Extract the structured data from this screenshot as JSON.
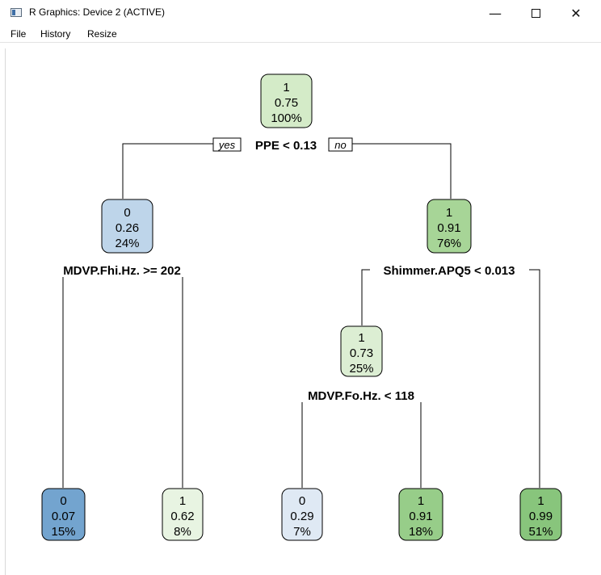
{
  "window": {
    "title": "R Graphics: Device 2 (ACTIVE)",
    "minimize_glyph": "—",
    "close_glyph": "✕"
  },
  "menu": [
    "File",
    "History",
    "Resize"
  ],
  "tree": {
    "root": {
      "class": "1",
      "prob": "0.75",
      "pct": "100%",
      "color": "#d4ebc8"
    },
    "root_split": "PPE < 0.13",
    "yes_label": "yes",
    "no_label": "no",
    "left": {
      "class": "0",
      "prob": "0.26",
      "pct": "24%",
      "color": "#bed5ea"
    },
    "left_split": "MDVP.Fhi.Hz. >= 202",
    "right": {
      "class": "1",
      "prob": "0.91",
      "pct": "76%",
      "color": "#a7d597"
    },
    "right_split": "Shimmer.APQ5 < 0.013",
    "right_left": {
      "class": "1",
      "prob": "0.73",
      "pct": "25%",
      "color": "#dceed3"
    },
    "right_left_split": "MDVP.Fo.Hz. < 118",
    "leaves": [
      {
        "class": "0",
        "prob": "0.07",
        "pct": "15%",
        "color": "#73a4cf"
      },
      {
        "class": "1",
        "prob": "0.62",
        "pct": "8%",
        "color": "#e8f4e2"
      },
      {
        "class": "0",
        "prob": "0.29",
        "pct": "7%",
        "color": "#dfe9f4"
      },
      {
        "class": "1",
        "prob": "0.91",
        "pct": "18%",
        "color": "#97cd89"
      },
      {
        "class": "1",
        "prob": "0.99",
        "pct": "51%",
        "color": "#88c57c"
      }
    ]
  }
}
